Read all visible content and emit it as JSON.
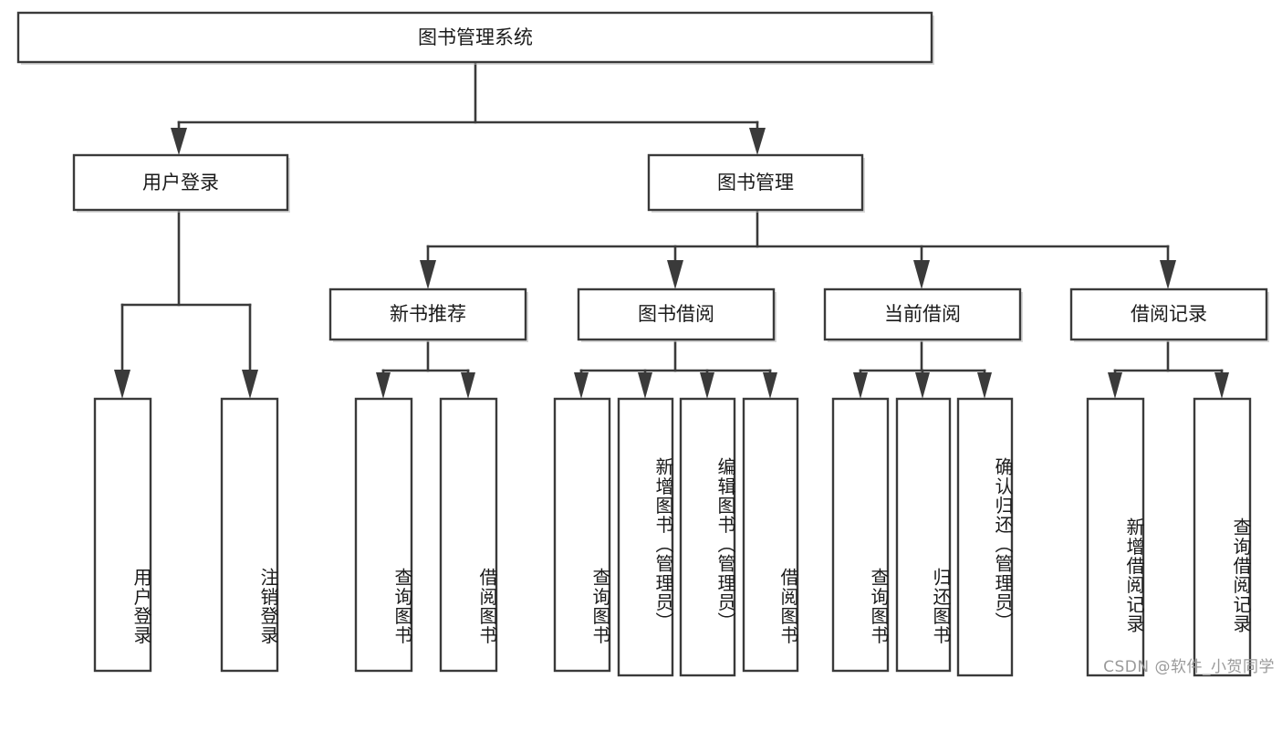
{
  "diagram": {
    "title": "图书管理系统",
    "type": "hierarchy-tree",
    "root": {
      "id": "root",
      "label": "图书管理系统",
      "orientation": "horizontal"
    },
    "level1": [
      {
        "id": "user-login",
        "label": "用户登录",
        "orientation": "horizontal"
      },
      {
        "id": "book-manage",
        "label": "图书管理",
        "orientation": "horizontal"
      }
    ],
    "level2": [
      {
        "id": "new-book-recommend",
        "label": "新书推荐",
        "parent": "book-manage",
        "orientation": "horizontal"
      },
      {
        "id": "book-borrow",
        "label": "图书借阅",
        "parent": "book-manage",
        "orientation": "horizontal"
      },
      {
        "id": "current-borrow",
        "label": "当前借阅",
        "parent": "book-manage",
        "orientation": "horizontal"
      },
      {
        "id": "borrow-record",
        "label": "借阅记录",
        "parent": "book-manage",
        "orientation": "horizontal"
      }
    ],
    "leaves": [
      {
        "id": "leaf-user-login",
        "label": "用户登录",
        "parent": "user-login",
        "orientation": "vertical"
      },
      {
        "id": "leaf-user-logout",
        "label": "注销登录",
        "parent": "user-login",
        "orientation": "vertical"
      },
      {
        "id": "leaf-query-book-1",
        "label": "查询图书",
        "parent": "new-book-recommend",
        "orientation": "vertical"
      },
      {
        "id": "leaf-borrow-book-1",
        "label": "借阅图书",
        "parent": "new-book-recommend",
        "orientation": "vertical"
      },
      {
        "id": "leaf-query-book-2",
        "label": "查询图书",
        "parent": "book-borrow",
        "orientation": "vertical"
      },
      {
        "id": "leaf-add-book",
        "label": "新增图书（管理员）",
        "parent": "book-borrow",
        "orientation": "vertical"
      },
      {
        "id": "leaf-edit-book",
        "label": "编辑图书（管理员）",
        "parent": "book-borrow",
        "orientation": "vertical"
      },
      {
        "id": "leaf-borrow-book-2",
        "label": "借阅图书",
        "parent": "book-borrow",
        "orientation": "vertical"
      },
      {
        "id": "leaf-query-book-3",
        "label": "查询图书",
        "parent": "current-borrow",
        "orientation": "vertical"
      },
      {
        "id": "leaf-return-book",
        "label": "归还图书",
        "parent": "current-borrow",
        "orientation": "vertical"
      },
      {
        "id": "leaf-confirm-return",
        "label": "确认归还（管理员）",
        "parent": "current-borrow",
        "orientation": "vertical"
      },
      {
        "id": "leaf-add-record",
        "label": "新增借阅记录",
        "parent": "borrow-record",
        "orientation": "vertical"
      },
      {
        "id": "leaf-query-record",
        "label": "查询借阅记录",
        "parent": "borrow-record",
        "orientation": "vertical"
      }
    ]
  },
  "watermark": {
    "text": "CSDN @软件_小贺同学"
  },
  "colors": {
    "background": "#ffffff",
    "box_stroke": "#3a3a3a",
    "box_fill": "#ffffff",
    "text": "#1a1a1a",
    "connector": "#3a3a3a",
    "watermark": "#9a9a9a"
  }
}
